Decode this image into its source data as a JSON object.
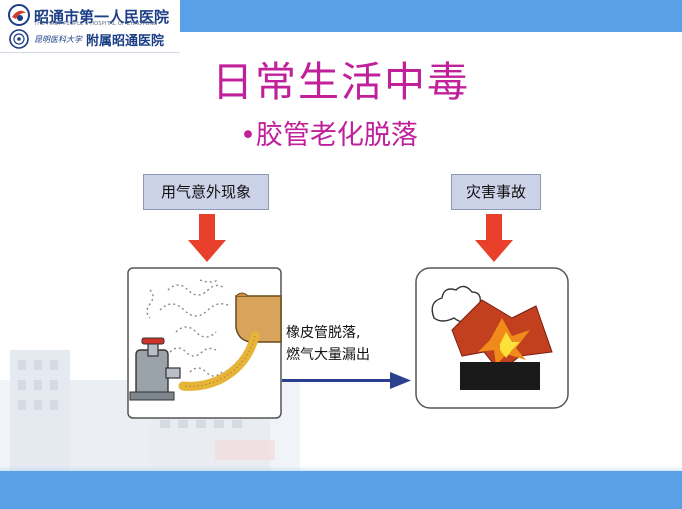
{
  "header": {
    "hospital_name": "昭通市第一人民医院",
    "hospital_english": "THE FIRST PEOPLE'S HOSPITAL OF ZHAOTONG",
    "university_name": "昆明医科大学",
    "affiliation": "附属昭通医院"
  },
  "slide": {
    "title": "日常生活中毒",
    "bullet": "•胶管老化脱落"
  },
  "diagram": {
    "cause_label": "用气意外现象",
    "result_label": "灾害事故",
    "caption_line1": "橡皮管脱落,",
    "caption_line2": "燃气大量漏出"
  },
  "colors": {
    "accent_bar": "#5aa0e6",
    "title_text": "#c0209a",
    "arrow_red": "#e8402a",
    "arrow_blue": "#2a3f8e"
  }
}
